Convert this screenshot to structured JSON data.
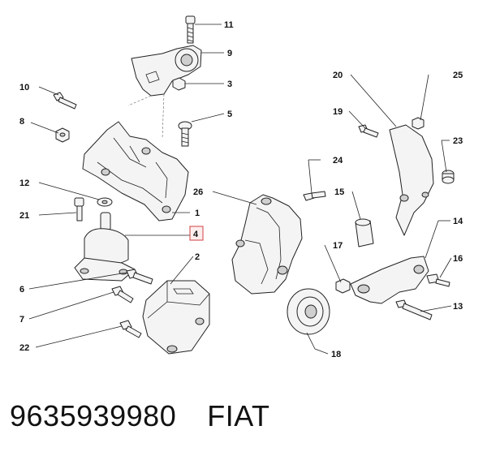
{
  "callouts": {
    "c1": "1",
    "c2": "2",
    "c3": "3",
    "c4": "4",
    "c5": "5",
    "c6": "6",
    "c7": "7",
    "c8": "8",
    "c9": "9",
    "c10": "10",
    "c11": "11",
    "c12": "12",
    "c13": "13",
    "c14": "14",
    "c15": "15",
    "c16": "16",
    "c17": "17",
    "c18": "18",
    "c19": "19",
    "c20": "20",
    "c21": "21",
    "c22": "22",
    "c23": "23",
    "c24": "24",
    "c25": "25",
    "c26": "26"
  },
  "highlighted_callout": "4",
  "footer": {
    "part_number": "9635939980",
    "brand": "FIAT"
  },
  "colors": {
    "highlight_border": "#d04040",
    "highlight_fill": "#fdeeee"
  }
}
